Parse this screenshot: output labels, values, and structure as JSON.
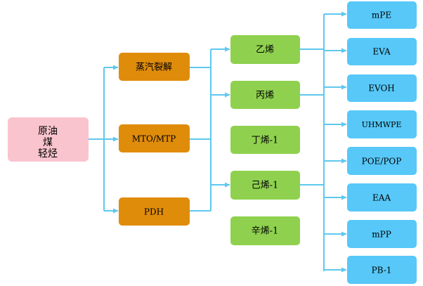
{
  "colors": {
    "source": "#F9C4CE",
    "process": "#E08C0B",
    "olefin": "#8FD14F",
    "product": "#57C8F8",
    "arrow": "#5EC8F0"
  },
  "source": {
    "lines": [
      "原油",
      "煤",
      "轻烃"
    ]
  },
  "processes": [
    {
      "label": "蒸汽裂解"
    },
    {
      "label": "MTO/MTP"
    },
    {
      "label": "PDH"
    }
  ],
  "olefins": [
    {
      "label": "乙烯"
    },
    {
      "label": "丙烯"
    },
    {
      "label": "丁烯-1"
    },
    {
      "label": "己烯-1"
    },
    {
      "label": "辛烯-1"
    }
  ],
  "products": [
    {
      "label": "mPE"
    },
    {
      "label": "EVA"
    },
    {
      "label": "EVOH"
    },
    {
      "label": "UHMWPE"
    },
    {
      "label": "POE/POP"
    },
    {
      "label": "EAA"
    },
    {
      "label": "mPP"
    },
    {
      "label": "PB-1"
    }
  ]
}
